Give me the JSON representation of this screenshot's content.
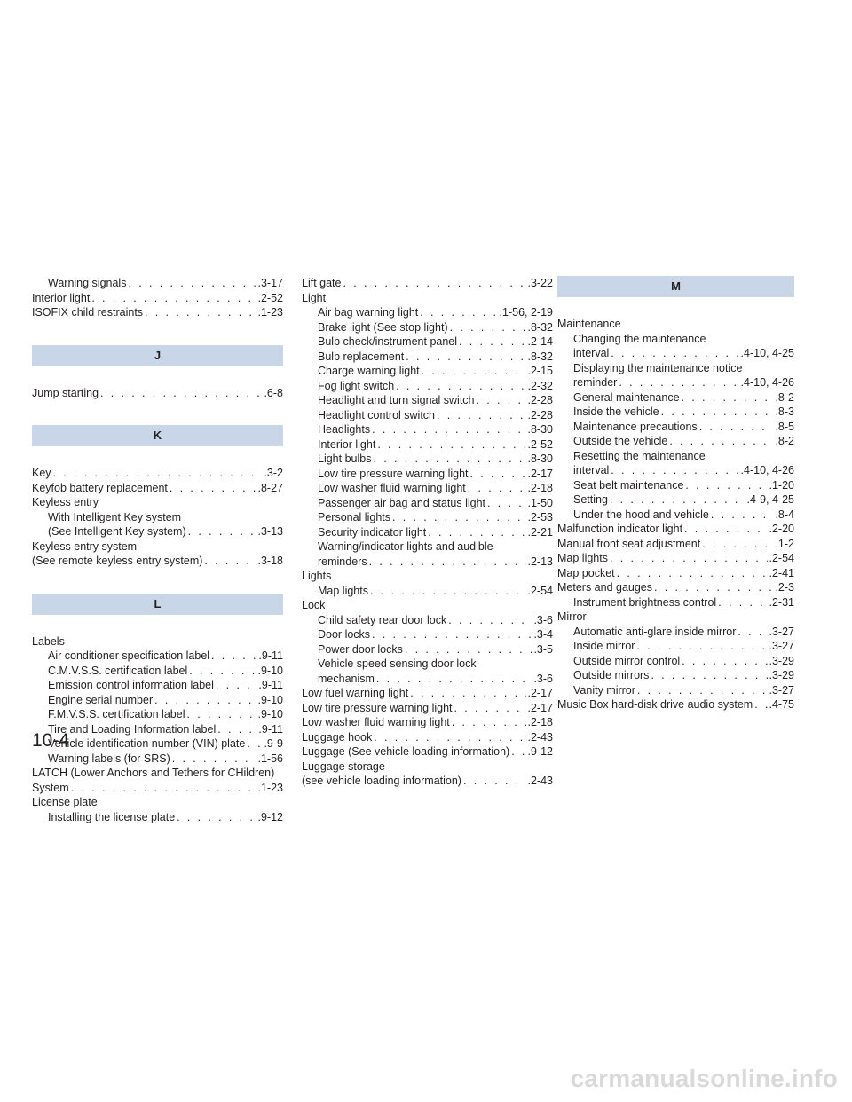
{
  "columns": [
    {
      "blocks": [
        {
          "type": "entries",
          "rows": [
            {
              "label": "Warning signals",
              "page": ".3-17",
              "level": 1
            },
            {
              "label": "Interior light",
              "page": ".2-52",
              "level": 0
            },
            {
              "label": "ISOFIX child restraints",
              "page": ".1-23",
              "level": 0
            }
          ]
        },
        {
          "type": "header",
          "letter": "J"
        },
        {
          "type": "entries",
          "rows": [
            {
              "label": "Jump starting",
              "page": ".6-8",
              "level": 0
            }
          ]
        },
        {
          "type": "header",
          "letter": "K"
        },
        {
          "type": "entries",
          "rows": [
            {
              "label": "Key",
              "page": ".3-2",
              "level": 0
            },
            {
              "label": "Keyfob battery replacement",
              "page": ".8-27",
              "level": 0
            },
            {
              "label": "Keyless entry",
              "level": 0
            },
            {
              "label": "With Intelligent Key system",
              "level": 1
            },
            {
              "label": "(See Intelligent Key system)",
              "page": ".3-13",
              "level": 1
            },
            {
              "label": "Keyless entry system",
              "level": 0
            },
            {
              "label": "(See remote keyless entry system)",
              "page": ".3-18",
              "level": 0
            }
          ]
        },
        {
          "type": "header",
          "letter": "L"
        },
        {
          "type": "entries",
          "rows": [
            {
              "label": "Labels",
              "level": 0
            },
            {
              "label": "Air conditioner specification label",
              "page": ".9-11",
              "level": 1
            },
            {
              "label": "C.M.V.S.S. certification label",
              "page": ".9-10",
              "level": 1
            },
            {
              "label": "Emission control information label",
              "page": ".9-11",
              "level": 1
            },
            {
              "label": "Engine serial number",
              "page": ".9-10",
              "level": 1
            },
            {
              "label": "F.M.V.S.S. certification label",
              "page": ".9-10",
              "level": 1
            },
            {
              "label": "Tire and Loading Information label",
              "page": ".9-11",
              "level": 1
            },
            {
              "label": "Vehicle identification number (VIN) plate",
              "page": ".9-9",
              "level": 1
            },
            {
              "label": "Warning labels (for SRS)",
              "page": ".1-56",
              "level": 1
            },
            {
              "label": "LATCH (Lower Anchors and Tethers for CHildren)",
              "level": 0
            },
            {
              "label": "System",
              "page": ".1-23",
              "level": 0
            },
            {
              "label": "License plate",
              "level": 0
            },
            {
              "label": "Installing the license plate",
              "page": ".9-12",
              "level": 1
            }
          ]
        }
      ]
    },
    {
      "blocks": [
        {
          "type": "entries",
          "rows": [
            {
              "label": "Lift gate",
              "page": ".3-22",
              "level": 0
            },
            {
              "label": "Light",
              "level": 0
            },
            {
              "label": "Air bag warning light",
              "page": ".1-56, 2-19",
              "level": 1
            },
            {
              "label": "Brake light (See stop light)",
              "page": ".8-32",
              "level": 1
            },
            {
              "label": "Bulb check/instrument panel",
              "page": ".2-14",
              "level": 1
            },
            {
              "label": "Bulb replacement",
              "page": ".8-32",
              "level": 1
            },
            {
              "label": "Charge warning light",
              "page": ".2-15",
              "level": 1
            },
            {
              "label": "Fog light switch",
              "page": ".2-32",
              "level": 1
            },
            {
              "label": "Headlight and turn signal switch",
              "page": ".2-28",
              "level": 1
            },
            {
              "label": "Headlight control switch",
              "page": ".2-28",
              "level": 1
            },
            {
              "label": "Headlights",
              "page": ".8-30",
              "level": 1
            },
            {
              "label": "Interior light",
              "page": ".2-52",
              "level": 1
            },
            {
              "label": "Light bulbs",
              "page": ".8-30",
              "level": 1
            },
            {
              "label": "Low tire pressure warning light",
              "page": ".2-17",
              "level": 1
            },
            {
              "label": "Low washer fluid warning light",
              "page": ".2-18",
              "level": 1
            },
            {
              "label": "Passenger air bag and status light",
              "page": ".1-50",
              "level": 1
            },
            {
              "label": "Personal lights",
              "page": ".2-53",
              "level": 1
            },
            {
              "label": "Security indicator light",
              "page": ".2-21",
              "level": 1
            },
            {
              "label": "Warning/indicator lights and audible",
              "level": 1
            },
            {
              "label": "reminders",
              "page": ".2-13",
              "level": 1
            },
            {
              "label": "Lights",
              "level": 0
            },
            {
              "label": "Map lights",
              "page": ".2-54",
              "level": 1
            },
            {
              "label": "Lock",
              "level": 0
            },
            {
              "label": "Child safety rear door lock",
              "page": ".3-6",
              "level": 1
            },
            {
              "label": "Door locks",
              "page": ".3-4",
              "level": 1
            },
            {
              "label": "Power door locks",
              "page": ".3-5",
              "level": 1
            },
            {
              "label": "Vehicle speed sensing door lock",
              "level": 1
            },
            {
              "label": "mechanism",
              "page": ".3-6",
              "level": 1
            },
            {
              "label": "Low fuel warning light",
              "page": ".2-17",
              "level": 0
            },
            {
              "label": "Low tire pressure warning light",
              "page": ".2-17",
              "level": 0
            },
            {
              "label": "Low washer fluid warning light",
              "page": ".2-18",
              "level": 0
            },
            {
              "label": "Luggage hook",
              "page": ".2-43",
              "level": 0
            },
            {
              "label": "Luggage (See vehicle loading information)",
              "page": ".9-12",
              "level": 0
            },
            {
              "label": "Luggage storage",
              "level": 0
            },
            {
              "label": "(see vehicle loading information)",
              "page": ".2-43",
              "level": 0
            }
          ]
        }
      ]
    },
    {
      "blocks": [
        {
          "type": "header",
          "letter": "M"
        },
        {
          "type": "entries",
          "rows": [
            {
              "label": "Maintenance",
              "level": 0
            },
            {
              "label": "Changing the maintenance",
              "level": 1
            },
            {
              "label": "interval",
              "page": ".4-10, 4-25",
              "level": 1
            },
            {
              "label": "Displaying the maintenance notice",
              "level": 1
            },
            {
              "label": "reminder",
              "page": ".4-10, 4-26",
              "level": 1
            },
            {
              "label": "General maintenance",
              "page": ".8-2",
              "level": 1
            },
            {
              "label": "Inside the vehicle",
              "page": ".8-3",
              "level": 1
            },
            {
              "label": "Maintenance precautions",
              "page": ".8-5",
              "level": 1
            },
            {
              "label": "Outside the vehicle",
              "page": ".8-2",
              "level": 1
            },
            {
              "label": "Resetting the maintenance",
              "level": 1
            },
            {
              "label": "interval",
              "page": ".4-10, 4-26",
              "level": 1
            },
            {
              "label": "Seat belt maintenance",
              "page": ".1-20",
              "level": 1
            },
            {
              "label": "Setting",
              "page": ".4-9, 4-25",
              "level": 1
            },
            {
              "label": "Under the hood and vehicle",
              "page": ".8-4",
              "level": 1
            },
            {
              "label": "Malfunction indicator light",
              "page": ".2-20",
              "level": 0
            },
            {
              "label": "Manual front seat adjustment",
              "page": ".1-2",
              "level": 0
            },
            {
              "label": "Map lights",
              "page": ".2-54",
              "level": 0
            },
            {
              "label": "Map pocket",
              "page": ".2-41",
              "level": 0
            },
            {
              "label": "Meters and gauges",
              "page": ".2-3",
              "level": 0
            },
            {
              "label": "Instrument brightness control",
              "page": ".2-31",
              "level": 1
            },
            {
              "label": "Mirror",
              "level": 0
            },
            {
              "label": "Automatic anti-glare inside mirror",
              "page": ".3-27",
              "level": 1
            },
            {
              "label": "Inside mirror",
              "page": ".3-27",
              "level": 1
            },
            {
              "label": "Outside mirror control",
              "page": ".3-29",
              "level": 1
            },
            {
              "label": "Outside mirrors",
              "page": ".3-29",
              "level": 1
            },
            {
              "label": "Vanity mirror",
              "page": ".3-27",
              "level": 1
            },
            {
              "label": "Music Box hard-disk drive audio system",
              "page": ".4-75",
              "level": 0
            }
          ]
        }
      ]
    }
  ],
  "page_number": "10-4",
  "watermark": "carmanualsonline.info",
  "colors": {
    "section_header_bg": "#c9d6e8",
    "text": "#231f20",
    "watermark": "#d9d9d9"
  }
}
